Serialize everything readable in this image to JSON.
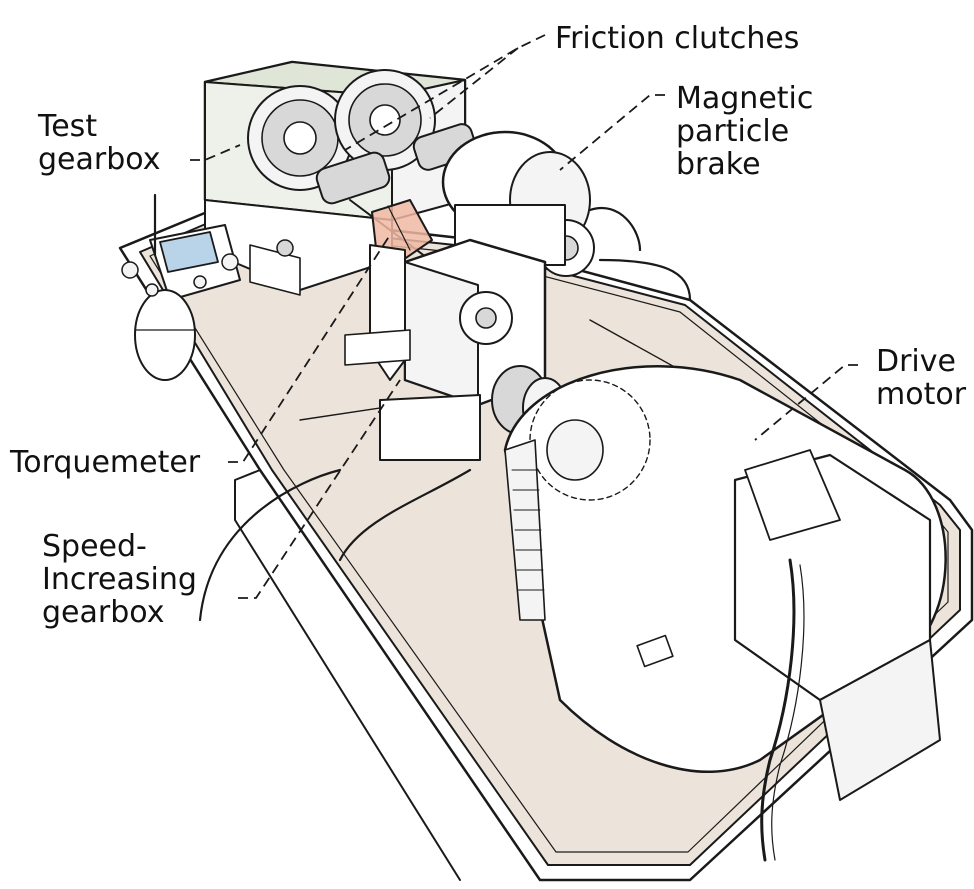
{
  "labels": {
    "friction_clutches": "Friction clutches",
    "magnetic_brake": [
      "Magnetic",
      "particle",
      "brake"
    ],
    "test_gearbox": [
      "Test",
      "gearbox"
    ],
    "drive_motor": [
      "Drive",
      "motor"
    ],
    "torquemeter": "Torquemeter",
    "speed_increasing_gearbox": [
      "Speed-",
      "Increasing",
      "gearbox"
    ]
  },
  "colors": {
    "base_plate": "#ece4da",
    "line": "#1a1a1a",
    "test_gearbox_cover": "#dfe6d8",
    "torquemeter_highlight": "#f0b9a2",
    "control_panel": "#b9d3e8",
    "metal_light": "#f4f4f4",
    "metal_shade": "#d8d8d8"
  }
}
